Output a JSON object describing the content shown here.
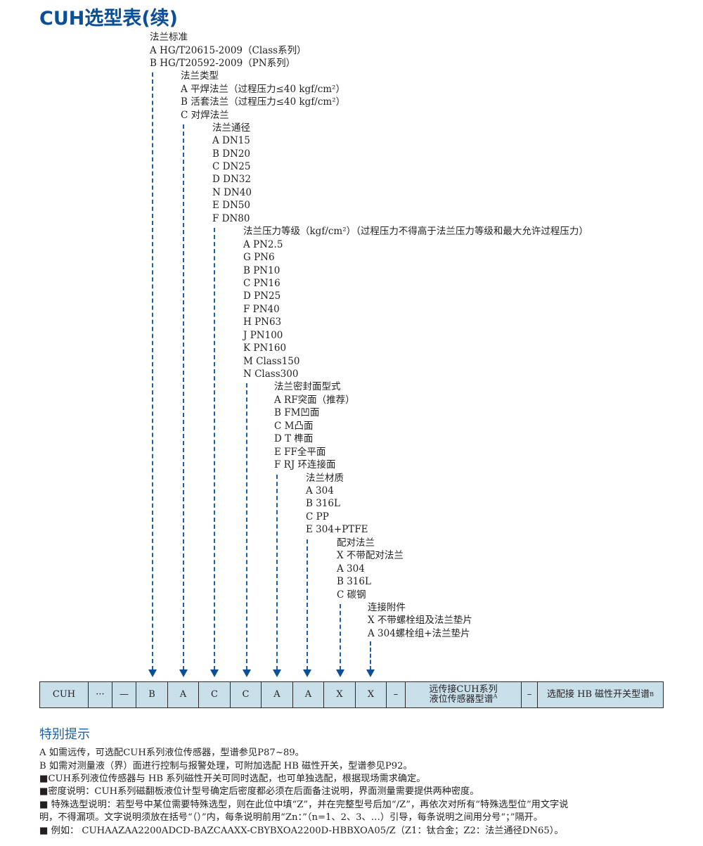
{
  "page": {
    "title": "CUH选型表(续)"
  },
  "sections": [
    {
      "heading": "法兰标准",
      "options": [
        "A  HG/T20615-2009（Class系列）",
        "B  HG/T20592-2009（PN系列）"
      ]
    },
    {
      "heading": "法兰类型",
      "options": [
        "A  平焊法兰（过程压力≤40 kgf/cm²）",
        "B  活套法兰（过程压力≤40 kgf/cm²）",
        "C  对焊法兰"
      ]
    },
    {
      "heading": "法兰通径",
      "options": [
        "A  DN15",
        "B  DN20",
        "C  DN25",
        "D  DN32",
        "N  DN40",
        "E  DN50",
        "F  DN80"
      ]
    },
    {
      "heading": "法兰压力等级（kgf/cm²）（过程压力不得高于法兰压力等级和最大允许过程压力）",
      "options": [
        "A  PN2.5",
        "G  PN6",
        "B  PN10",
        "C  PN16",
        "D  PN25",
        "F  PN40",
        "H PN63",
        "J  PN100",
        "K PN160",
        "M Class150",
        "N Class300"
      ]
    },
    {
      "heading": "法兰密封面型式",
      "options": [
        "A  RF突面（推荐）",
        "B  FM凹面",
        "C  M凸面",
        "D  T 榫面",
        "E  FF全平面",
        "F  RJ 环连接面"
      ]
    },
    {
      "heading": "法兰材质",
      "options": [
        "A  304",
        "B  316L",
        "C  PP",
        "E  304+PTFE"
      ]
    },
    {
      "heading": "配对法兰",
      "options": [
        "X  不带配对法兰",
        "A  304",
        "B  316L",
        "C  碳钢"
      ]
    },
    {
      "heading": "连接附件",
      "options": [
        "X  不带螺栓组及法兰垫片",
        "A  304螺栓组+法兰垫片"
      ]
    }
  ],
  "code_table": {
    "cells": [
      {
        "label": "CUH"
      },
      {
        "label": "···"
      },
      {
        "label": "—"
      },
      {
        "label": "B"
      },
      {
        "label": "A"
      },
      {
        "label": "C"
      },
      {
        "label": "C"
      },
      {
        "label": "A"
      },
      {
        "label": "A"
      },
      {
        "label": "X"
      },
      {
        "label": "X"
      },
      {
        "label": "–"
      },
      {
        "label": "远传接CUH系列",
        "label2": "液位传感器型谱",
        "sup": "A"
      },
      {
        "label": "–"
      },
      {
        "label": "选配接 HB 磁性开关型谱",
        "sup": "B"
      }
    ]
  },
  "notes": {
    "title": "特别提示",
    "lines": [
      "A  如需远传，可选配CUH系列液位传感器，型谱参见P87~89。",
      "B  如需对测量液（界）面进行控制与报警处理，可附加选配 HB 磁性开关，型谱参见P92。",
      "■CUH系列液位传感器与 HB 系列磁性开关可同时选配，也可单独选配，根据现场需求确定。",
      "■密度说明：CUH系列磁翻板液位计型号确定后密度都必须在后面备注说明，界面测量需要提供两种密度。",
      "■ 特殊选型说明：若型号中某位需要特殊选型，则在此位中填“Z”，并在完整型号后加“/Z”，再依次对所有“特殊选型位”用文字说",
      "明，不得漏项。文字说明须放在括号“（）”内，每条说明前用“Zn：”（n=1、2、3、…）引导，每条说明之间用分号“；”隔开。",
      "■ 例如： CUHAAZAA2200ADCD-BAZCAAXX-CBYBXOA2200D-HBBXOA05/Z（Z1：钛合金；Z2：法兰通径DN65）。"
    ]
  },
  "colors": {
    "title": "#0d4f94",
    "arrow": "#0d4f94",
    "table_fill": "#c9dfea",
    "notes_title": "#1f5fa5"
  }
}
